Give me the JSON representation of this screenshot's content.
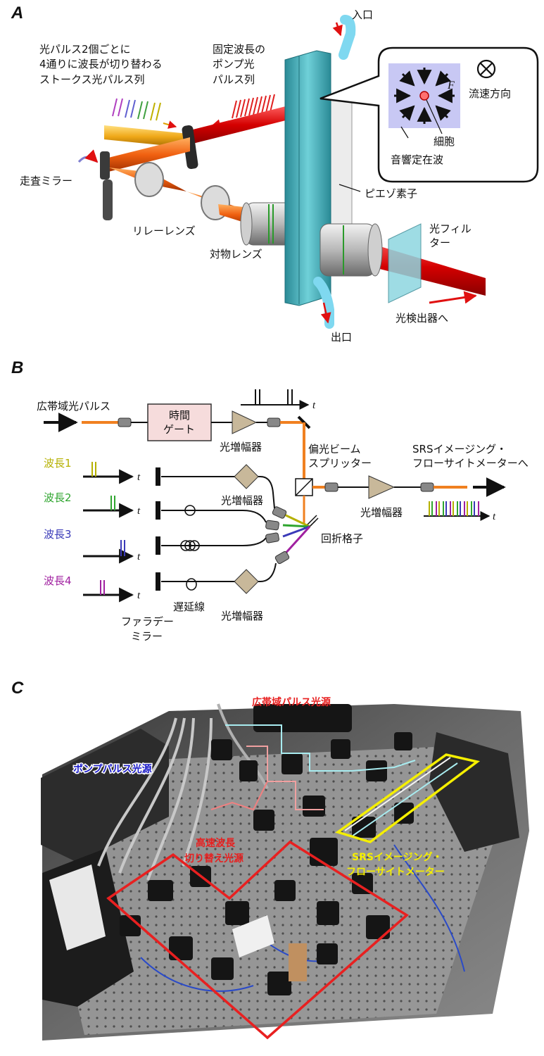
{
  "panel_a": {
    "letter": "A",
    "stokes_label": [
      "光パルス2個ごとに",
      "4通りに波長が切り替わる",
      "ストークス光パルス列"
    ],
    "pump_label": [
      "固定波長の",
      "ポンプ光",
      "パルス列"
    ],
    "inlet": "入口",
    "outlet": "出口",
    "flow_direction": "流速方向",
    "force": "F",
    "cell": "細胞",
    "standing_wave": "音響定在波",
    "piezo": "ピエゾ素子",
    "scan_mirror": "走査ミラー",
    "relay_lens": "リレーレンズ",
    "objective": "対物レンズ",
    "filter": [
      "光フィル",
      "ター"
    ],
    "to_detector": "光検出器へ"
  },
  "panel_b": {
    "letter": "B",
    "broadband": "広帯域光パルス",
    "time_gate": [
      "時間",
      "ゲート"
    ],
    "amp_top": "光増幅器",
    "t": "t",
    "pbs": [
      "偏光ビーム",
      "スプリッター"
    ],
    "srs": [
      "SRSイメージング・",
      "フローサイトメーターへ"
    ],
    "amp_right": "光増幅器",
    "grating": "回折格子",
    "amp_mid": "光増幅器",
    "amp_bottom": "光増幅器",
    "delay": "遅延線",
    "faraday": [
      "ファラデー",
      "ミラー"
    ],
    "wavelengths": [
      {
        "label": "波長1",
        "color": "#b5b000"
      },
      {
        "label": "波長2",
        "color": "#2fa52f"
      },
      {
        "label": "波長3",
        "color": "#3a3ab8"
      },
      {
        "label": "波長4",
        "color": "#a020a0"
      }
    ]
  },
  "panel_c": {
    "letter": "C",
    "broadband_source": "広帯域パルス光源",
    "pump_source": "ポンプパルス光源",
    "fast_switch": [
      "高速波長",
      "切り替え光源"
    ],
    "srs_flow": [
      "SRSイメージング・",
      "フローサイトメーター"
    ],
    "colors": {
      "red": "#e82020",
      "yellow": "#f5ef00",
      "blue": "#1a1ac8"
    }
  }
}
